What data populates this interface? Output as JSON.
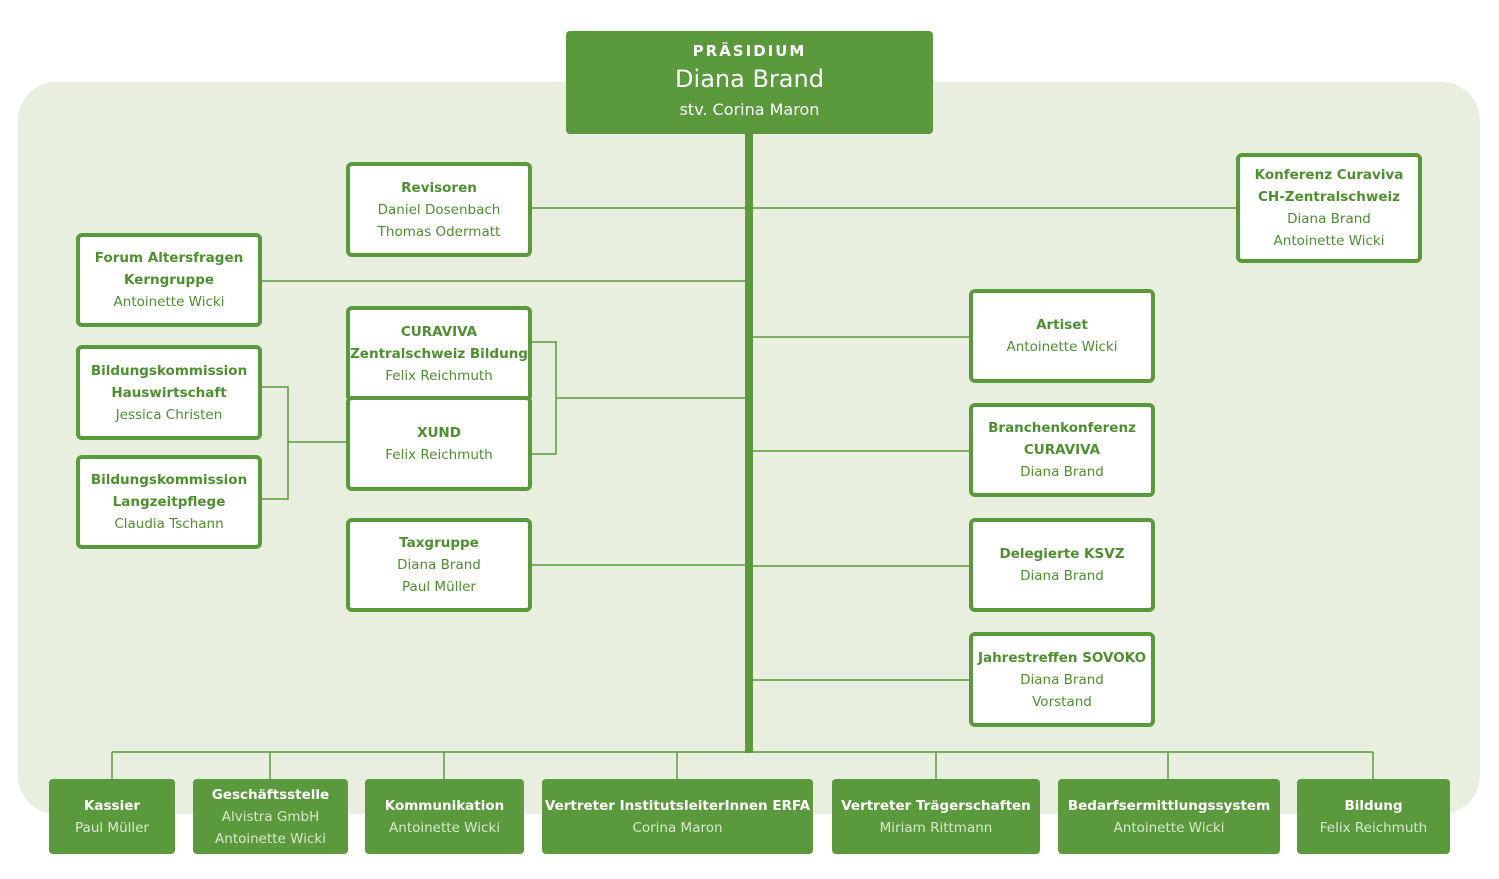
{
  "top": {
    "title": "PRÄSIDIUM",
    "name": "Diana Brand",
    "deputy": "stv. Corina Maron"
  },
  "revisoren": {
    "title": "Revisoren",
    "line1": "Daniel Dosenbach",
    "line2": "Thomas Odermatt"
  },
  "konferenz": {
    "title1": "Konferenz Curaviva",
    "title2": "CH-Zentralschweiz",
    "line1": "Diana Brand",
    "line2": "Antoinette Wicki"
  },
  "forum": {
    "title1": "Forum Altersfragen",
    "title2": "Kerngruppe",
    "line1": "Antoinette Wicki"
  },
  "curaviva_bildung": {
    "title1": "CURAVIVA",
    "title2": "Zentralschweiz Bildung",
    "line1": "Felix Reichmuth"
  },
  "xund": {
    "title": "XUND",
    "line1": "Felix Reichmuth"
  },
  "bk_haus": {
    "title1": "Bildungskommission",
    "title2": "Hauswirtschaft",
    "line1": "Jessica Christen"
  },
  "bk_lang": {
    "title1": "Bildungskommission",
    "title2": "Langzeitpflege",
    "line1": "Claudia Tschann"
  },
  "taxgruppe": {
    "title": "Taxgruppe",
    "line1": "Diana Brand",
    "line2": "Paul Müller"
  },
  "artiset": {
    "title": "Artiset",
    "line1": "Antoinette Wicki"
  },
  "branchen": {
    "title1": "Branchenkonferenz",
    "title2": "CURAVIVA",
    "line1": "Diana Brand"
  },
  "delegierte": {
    "title": "Delegierte KSVZ",
    "line1": "Diana Brand"
  },
  "sovoko": {
    "title": "Jahrestreffen SOVOKO",
    "line1": "Diana Brand",
    "line2": "Vorstand"
  },
  "bottom": [
    {
      "title": "Kassier",
      "names": [
        "Paul Müller"
      ]
    },
    {
      "title": "Geschäftsstelle",
      "names": [
        "Alvistra GmbH",
        "Antoinette Wicki"
      ]
    },
    {
      "title": "Kommunikation",
      "names": [
        "Antoinette Wicki"
      ]
    },
    {
      "title": "Vertreter InstitutsleiterInnen ERFA",
      "names": [
        "Corina Maron"
      ]
    },
    {
      "title": "Vertreter Trägerschaften",
      "names": [
        "Miriam Rittmann"
      ]
    },
    {
      "title": "Bedarfsermittlungssystem",
      "names": [
        "Antoinette Wicki"
      ]
    },
    {
      "title": "Bildung",
      "names": [
        "Felix Reichmuth"
      ]
    }
  ],
  "colors": {
    "green": "#5a9a3c",
    "text_green": "#4e8f2f",
    "panel": "#e8efdf"
  }
}
